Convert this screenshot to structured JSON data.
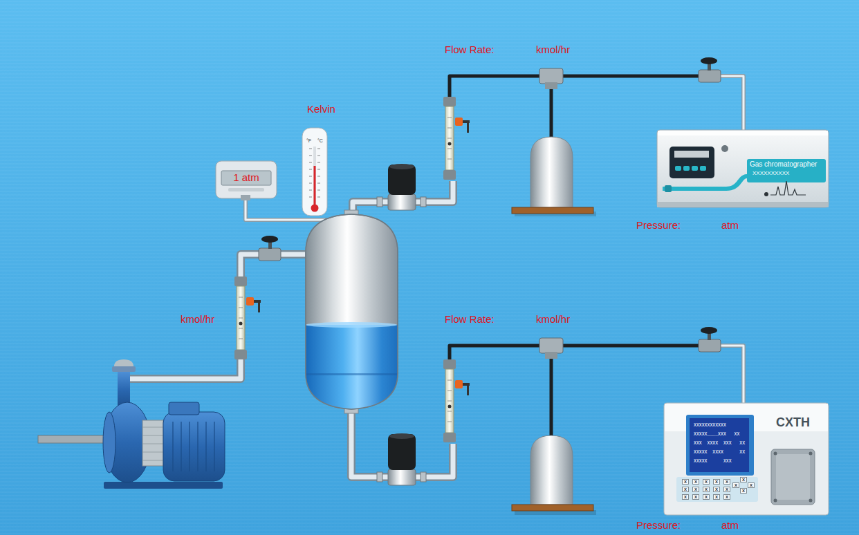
{
  "diagram": {
    "nodes": [
      {
        "text": [
          "1 atm"
        ]
      },
      {
        "text": [
          "Gas chromatographer",
          "XXXXXXXXXX"
        ]
      },
      {
        "text": [
          "CXTH"
        ]
      },
      {
        "text": [
          "XXXXXXXXXXXX",
          "XXXXX____XXX   XX",
          "XXX  XXXX  XXX   XX",
          "XXXXX  XXXX      XX",
          "XXXXX      XXX"
        ],
        "in": 2
      }
    ],
    "labels": [
      "Flow Rate:",
      "kmol/hr",
      "Kelvin",
      "°F",
      "°C",
      "Pressure:",
      "atm",
      "kmol/hr",
      "Flow Rate:",
      "kmol/hr",
      "X",
      "X",
      "X",
      "X",
      "X",
      "X",
      "X",
      "X",
      "X",
      "X",
      "X",
      "X",
      "X",
      "X",
      "X",
      "X",
      "X",
      "X",
      "X",
      "Pressure:",
      "atm"
    ]
  }
}
